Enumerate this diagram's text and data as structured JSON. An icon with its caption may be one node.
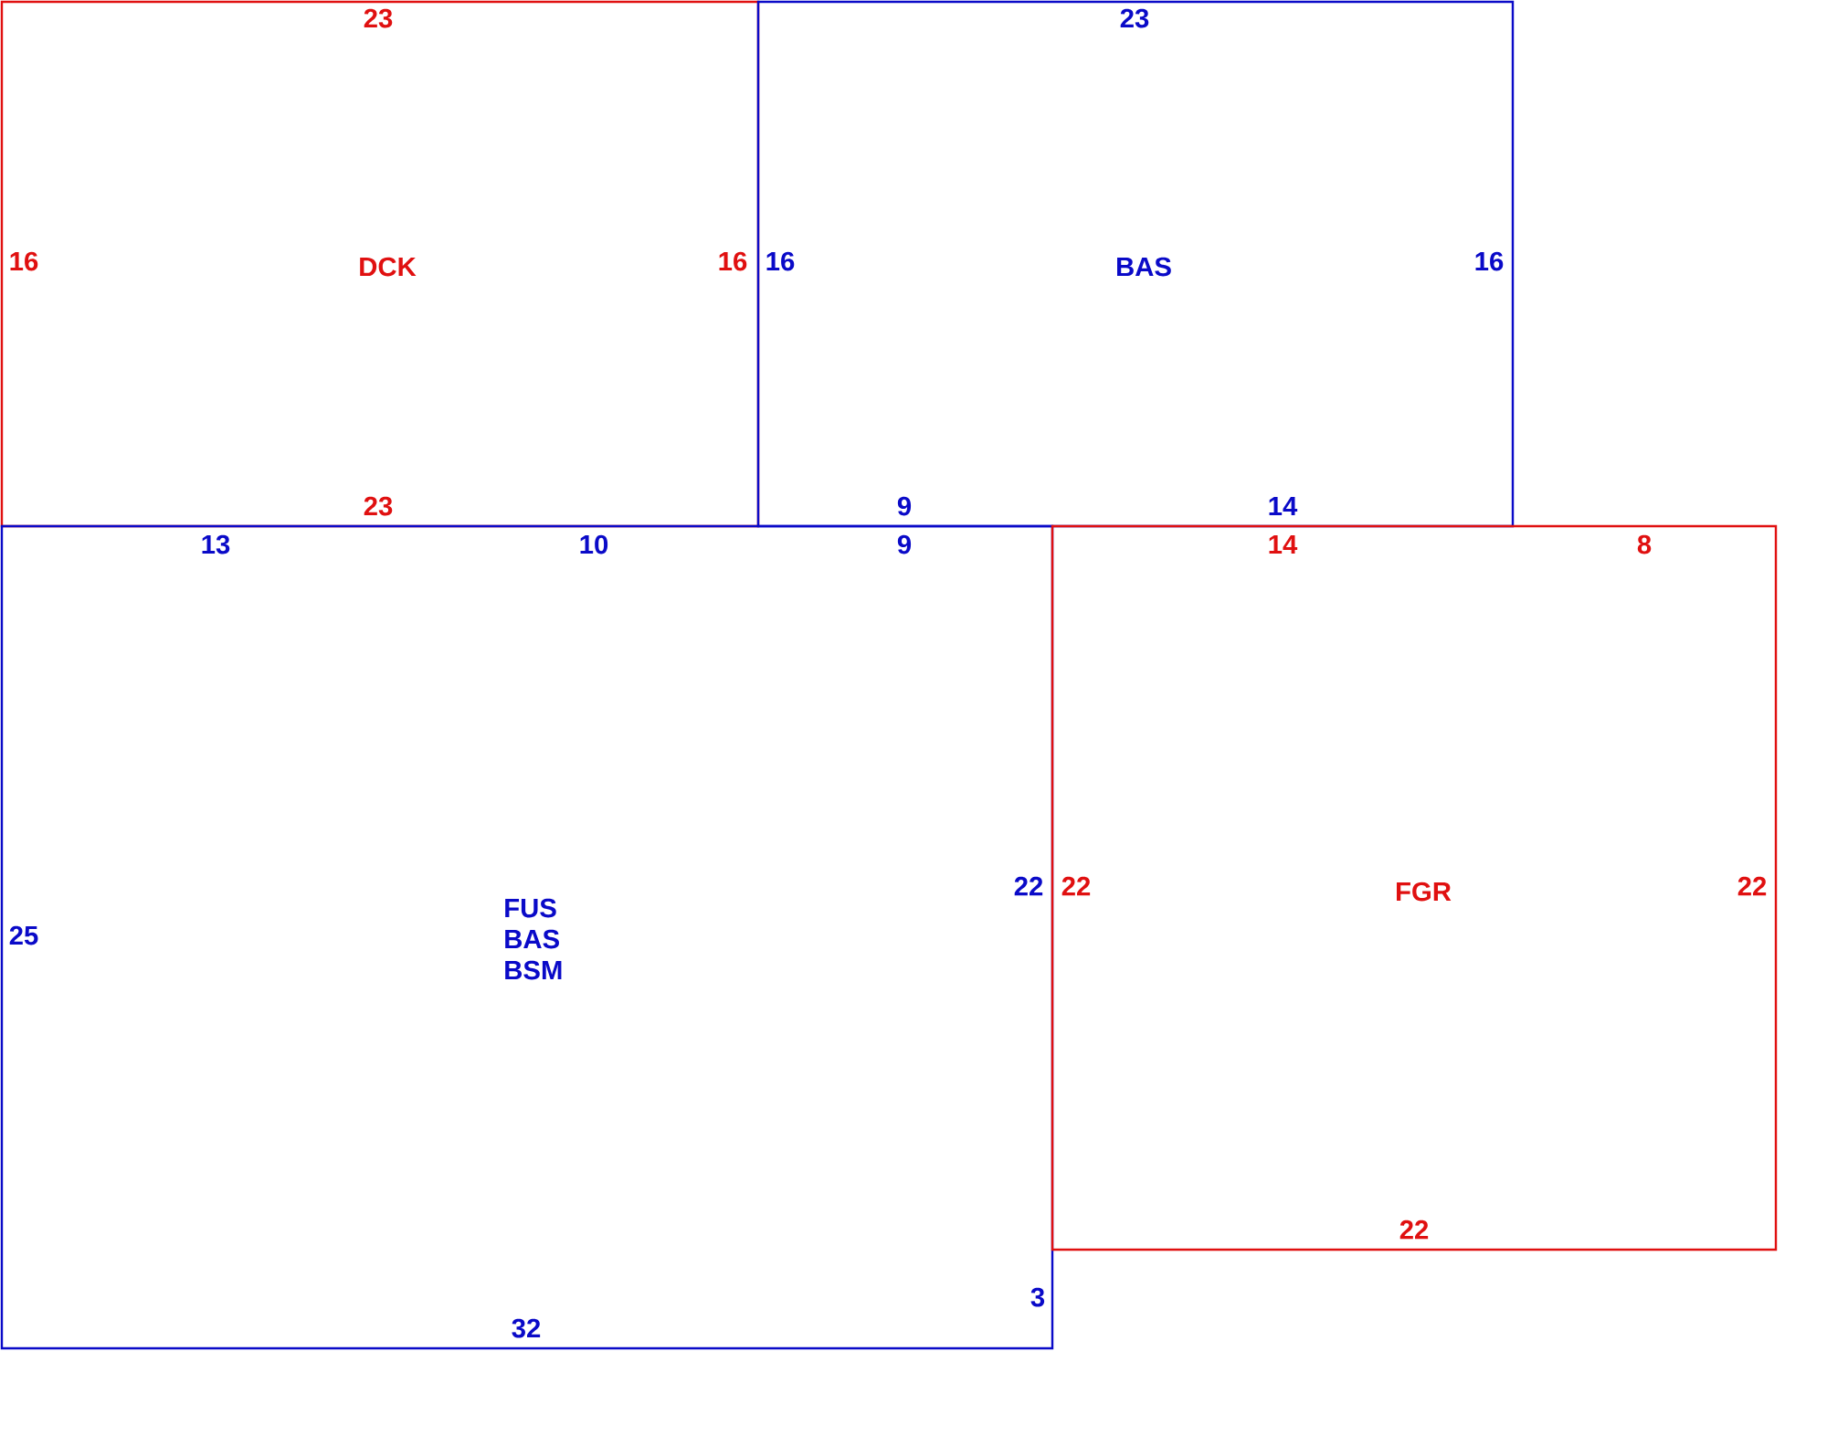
{
  "diagram": {
    "nodes": [
      {
        "text": [
          "23",
          "16",
          "DCK",
          "16",
          "23"
        ]
      },
      {
        "text": [
          "23",
          "16",
          "BAS",
          "16",
          "9",
          "14"
        ]
      },
      {
        "text": [
          "13",
          "10",
          "9",
          "FUS",
          "BAS",
          "BSM",
          "22",
          "25",
          "3",
          "32"
        ]
      },
      {
        "text": [
          "14",
          "8",
          "22",
          "FGR",
          "22",
          "22"
        ]
      }
    ]
  }
}
